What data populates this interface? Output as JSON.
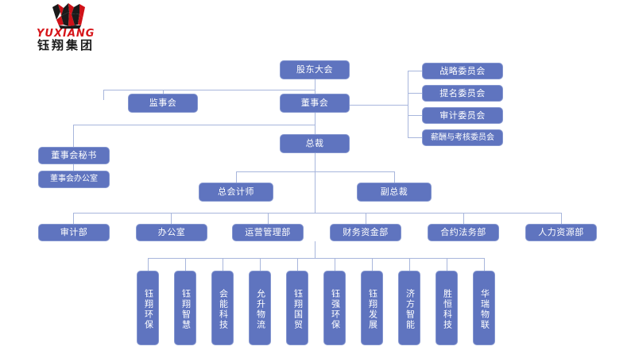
{
  "brand": {
    "wordmark": "YUXIANG",
    "name_cn": "钰翔集团",
    "logo_icon": "crown-logo-icon",
    "red": "#d6161b",
    "box_fill": "#5f74bf",
    "box_border": "#8496cf",
    "line_color": "#a8b6dc"
  },
  "chart_title": "",
  "org": {
    "shareholders_meeting": "股东大会",
    "board_of_directors": "董事会",
    "board_of_supervisors": "监事会",
    "president": "总裁",
    "board_secretary": "董事会秘书",
    "board_office": "董事会办公室",
    "chief_accountant": "总会计师",
    "vice_president": "副总裁",
    "committees": [
      {
        "label": "战略委员会"
      },
      {
        "label": "提名委员会"
      },
      {
        "label": "审计委员会"
      },
      {
        "label": "薪酬与考核委员会"
      }
    ],
    "departments": [
      {
        "label": "审计部"
      },
      {
        "label": "办公室"
      },
      {
        "label": "运营管理部"
      },
      {
        "label": "财务资金部"
      },
      {
        "label": "合约法务部"
      },
      {
        "label": "人力资源部"
      }
    ],
    "subsidiaries": [
      {
        "label": "钰翔环保"
      },
      {
        "label": "钰翔智慧"
      },
      {
        "label": "会能科技"
      },
      {
        "label": "允升物流"
      },
      {
        "label": "钰翔国贸"
      },
      {
        "label": "钰强环保"
      },
      {
        "label": "钰翔发展"
      },
      {
        "label": "济方智能"
      },
      {
        "label": "胜恒科技"
      },
      {
        "label": "华瑞物联"
      }
    ]
  }
}
